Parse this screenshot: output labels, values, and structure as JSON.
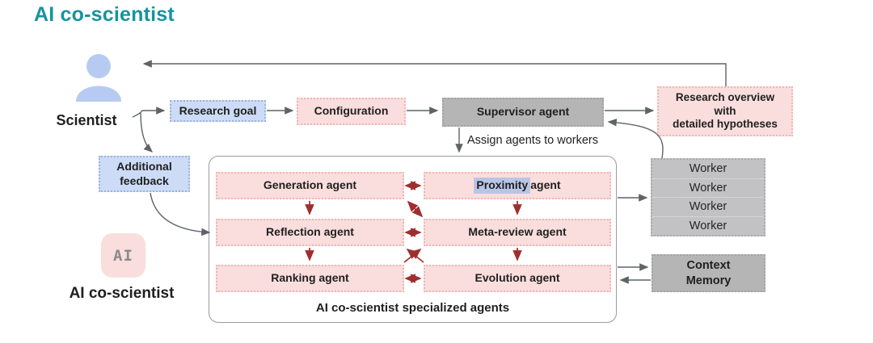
{
  "title": "AI co-scientist",
  "colors": {
    "title_teal": "#17939f",
    "blue_box_fill": "#ccdbf6",
    "blue_box_border": "#9fb3d8",
    "pink_box_fill": "#fadddd",
    "pink_box_border": "#efb6b4",
    "gray_box_fill": "#b5b5b6",
    "connector_gray": "#5f6368",
    "connector_red": "#9e2f2e",
    "proximity_highlight": "#b9c5e6",
    "person_icon_blue": "#b7cbf2"
  },
  "scientist": {
    "label": "Scientist"
  },
  "ai": {
    "badge": "AI",
    "label": "AI co-scientist"
  },
  "pipeline": {
    "research_goal": "Research goal",
    "configuration": "Configuration",
    "supervisor_agent": "Supervisor agent",
    "research_overview": "Research overview\nwith\ndetailed hypotheses",
    "additional_feedback": "Additional\nfeedback",
    "assign_caption": "Assign agents to workers"
  },
  "agents_panel": {
    "caption": "AI co-scientist specialized agents",
    "generation": "Generation agent",
    "proximity_highlight": "Proximity",
    "proximity_rest": "agent",
    "reflection": "Reflection agent",
    "meta_review": "Meta-review agent",
    "ranking": "Ranking agent",
    "evolution": "Evolution agent"
  },
  "infra": {
    "workers": [
      "Worker",
      "Worker",
      "Worker",
      "Worker"
    ],
    "context_memory": "Context\nMemory"
  }
}
